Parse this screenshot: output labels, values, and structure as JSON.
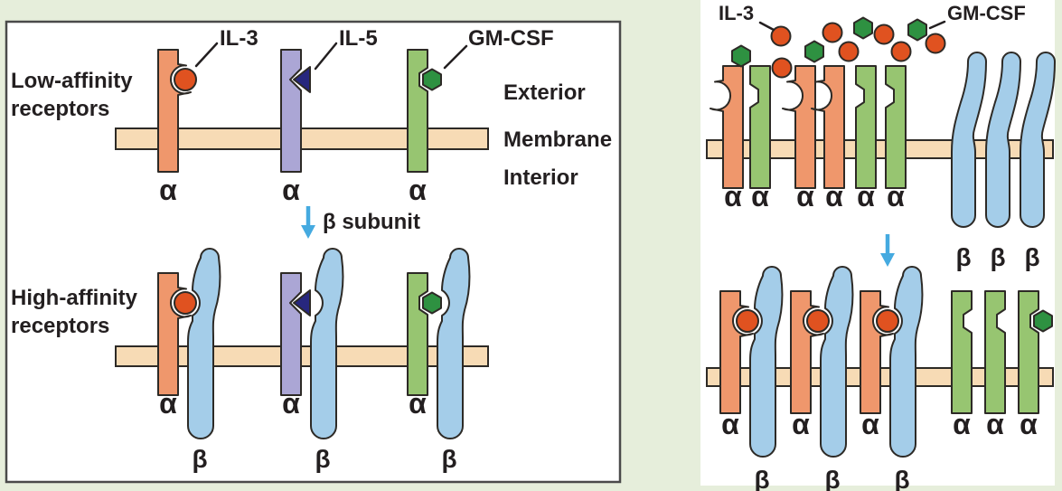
{
  "labels": {
    "il3": "IL-3",
    "il5": "IL-5",
    "gmcsf": "GM-CSF",
    "low_affinity_1": "Low-affinity",
    "low_affinity_2": "receptors",
    "high_affinity_1": "High-affinity",
    "high_affinity_2": "receptors",
    "exterior": "Exterior",
    "membrane": "Membrane",
    "interior": "Interior",
    "beta_subunit": "β subunit",
    "alpha": "α",
    "beta": "β"
  },
  "colors": {
    "background": "#e6eedb",
    "panel": "#ffffff",
    "panel_border": "#4a4a4a",
    "outline": "#2d2a26",
    "membrane_fill": "#f7dbb5",
    "alpha_il3_fill": "#ef976c",
    "il3_ligand_fill": "#e05220",
    "alpha_il5_fill": "#aba6d5",
    "il5_ligand_fill": "#27277e",
    "alpha_gmcsf_fill": "#97c571",
    "gmcsf_ligand_fill": "#2e9141",
    "beta_fill": "#a4cde9",
    "arrow": "#45aae0",
    "text": "#231f20"
  }
}
